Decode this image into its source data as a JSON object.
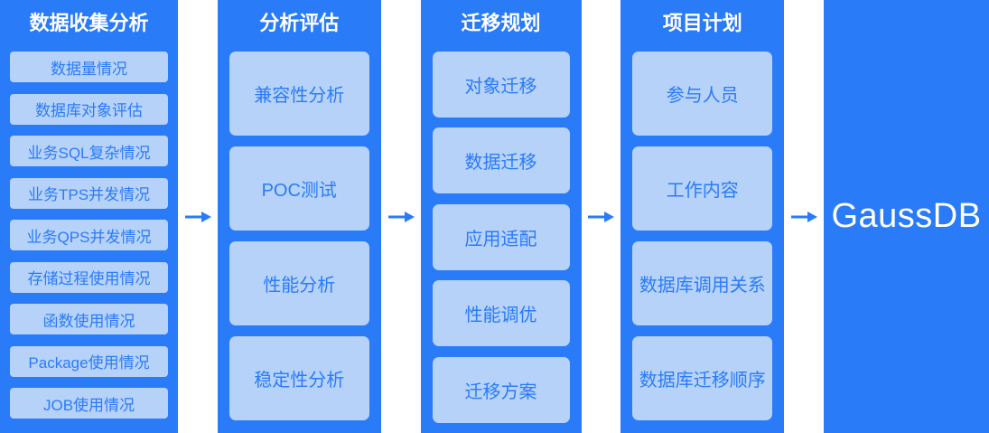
{
  "diagram": {
    "columns": [
      {
        "id": "data-collection",
        "title": "数据收集分析",
        "items": [
          "数据量情况",
          "数据库对象评估",
          "业务SQL复杂情况",
          "业务TPS并发情况",
          "业务QPS并发情况",
          "存储过程使用情况",
          "函数使用情况",
          "Package使用情况",
          "JOB使用情况"
        ]
      },
      {
        "id": "analysis-evaluation",
        "title": "分析评估",
        "items": [
          "兼容性分析",
          "POC测试",
          "性能分析",
          "稳定性分析"
        ]
      },
      {
        "id": "migration-planning",
        "title": "迁移规划",
        "items": [
          "对象迁移",
          "数据迁移",
          "应用适配",
          "性能调优",
          "迁移方案"
        ]
      },
      {
        "id": "project-plan",
        "title": "项目计划",
        "items": [
          "参与人员",
          "工作内容",
          "数据库调用关系",
          "数据库迁移顺序"
        ]
      },
      {
        "id": "target-database",
        "title": "GaussDB",
        "items": []
      }
    ],
    "arrow_glyph": "→",
    "colors": {
      "primary_blue": "#2A7BF8",
      "item_background": "#B6D2F8",
      "header_text": "#FFFFFF",
      "item_text": "#2A7BF8",
      "page_background": "#FFFFFF"
    }
  }
}
